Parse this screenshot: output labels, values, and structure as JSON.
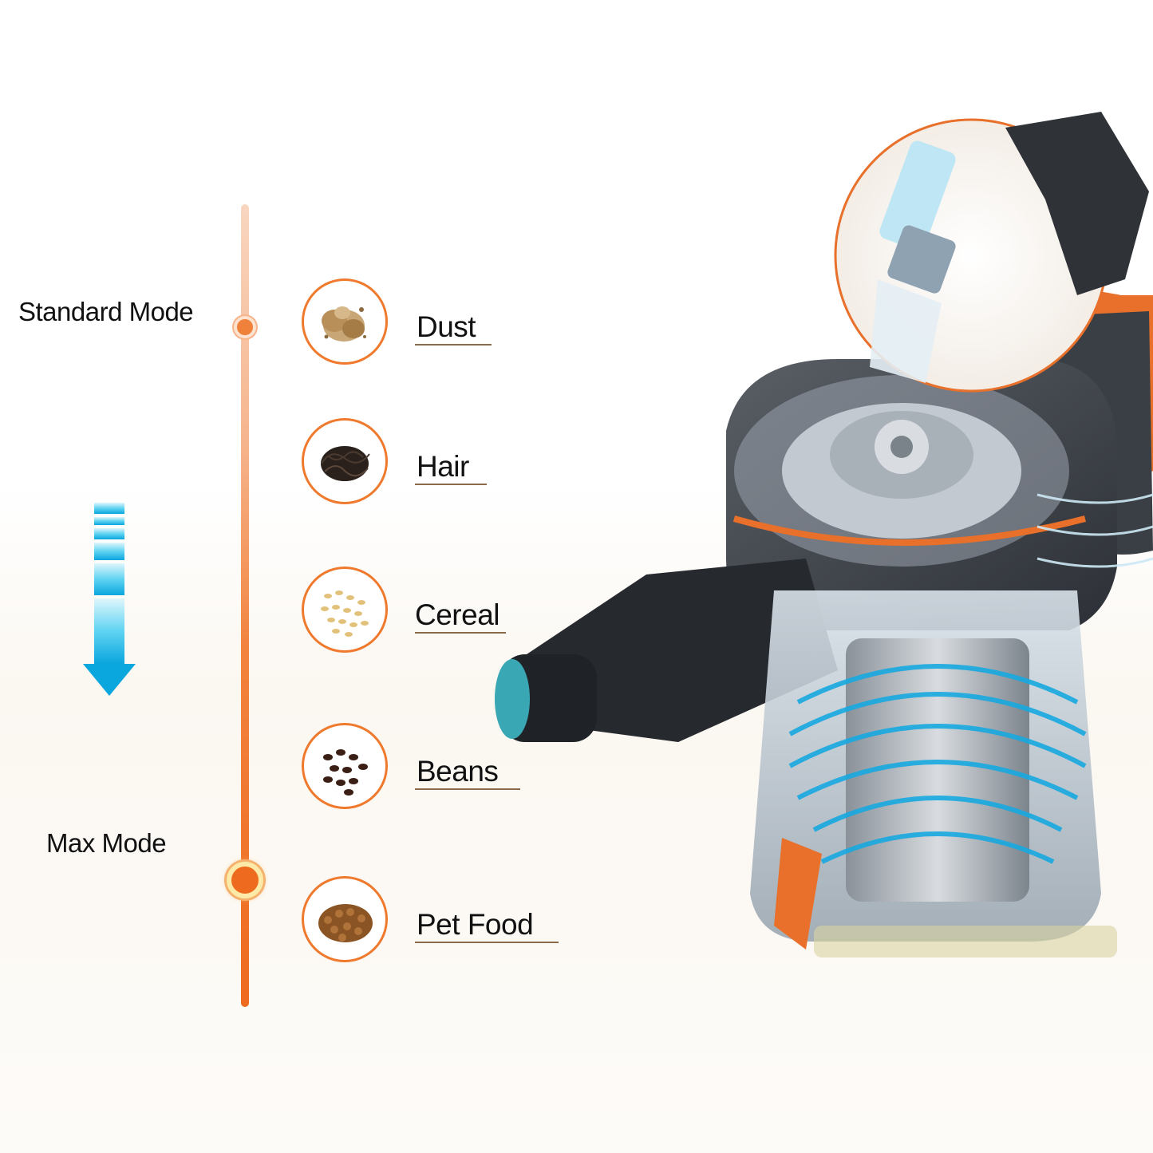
{
  "modes": {
    "standard": "Standard Mode",
    "max": "Max Mode"
  },
  "items": [
    {
      "label": "Dust",
      "icon": "dust-icon"
    },
    {
      "label": "Hair",
      "icon": "hair-icon"
    },
    {
      "label": "Cereal",
      "icon": "cereal-icon"
    },
    {
      "label": "Beans",
      "icon": "beans-icon"
    },
    {
      "label": "Pet Food",
      "icon": "pet-food-icon"
    }
  ],
  "colors": {
    "accent": "#ee6a1f",
    "arrow": "#1ab8e6",
    "text": "#111111"
  }
}
